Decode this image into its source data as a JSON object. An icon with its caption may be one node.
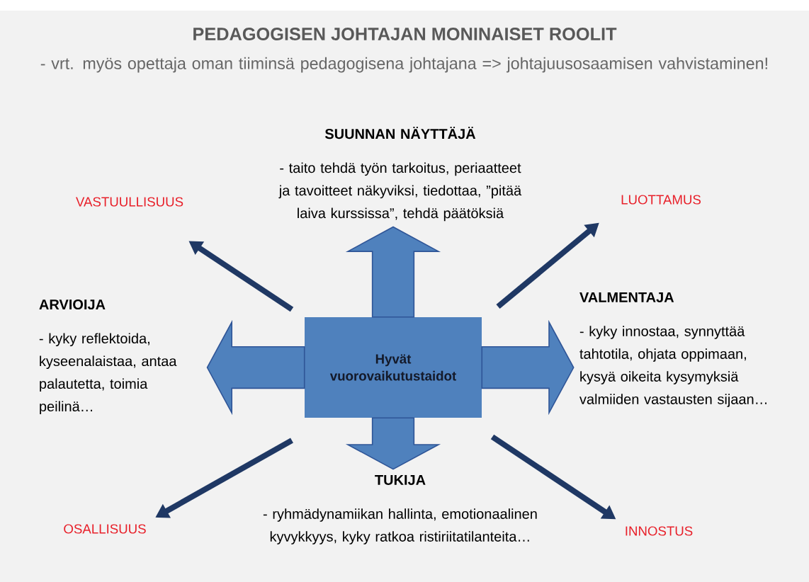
{
  "diagram": {
    "title": "PEDAGOGISEN JOHTAJAN MONINAISET ROOLIT",
    "nodes": [
      {
        "text": [
          "SUUNNAN NÄYTTÄJÄ",
          "- taito tehdä työn tarkoitus, periaatteet ja tavoitteet näkyviksi, tiedottaa, ”pitää laiva kurssissa”, tehdä päätöksiä"
        ]
      },
      {
        "text": [
          "VASTUULLISUUS"
        ]
      },
      {
        "text": [
          "LUOTTAMUS"
        ]
      },
      {
        "text": [
          "ARVIOIJA",
          "- kyky reflektoida, kyseenalaistaa, antaa palautetta, toimia peilinä…"
        ]
      },
      {
        "text": [
          "Hyvät vuorovaikutustaidot"
        ]
      },
      {
        "text": [
          "VALMENTAJA",
          "- kyky innostaa, synnyttää tahtotila, ohjata oppimaan, kysyä oikeita kysymyksiä valmiiden vastausten sijaan…"
        ]
      },
      {
        "text": [
          "TUKIJA",
          "- ryhmädynamiikan hallinta, emotionaalinen kyvykkyys, kyky ratkoa ristiriitatilanteita…"
        ]
      },
      {
        "text": [
          "OSALLISUUS"
        ]
      },
      {
        "text": [
          "INNOSTUS"
        ]
      }
    ],
    "edges": [
      {
        "from": 4,
        "to": 0,
        "arrow": "to",
        "style": "thick",
        "color": "#4f81bd"
      },
      {
        "from": 4,
        "to": 3,
        "arrow": "to",
        "style": "thick",
        "color": "#4f81bd"
      },
      {
        "from": 4,
        "to": 5,
        "arrow": "to",
        "style": "thick",
        "color": "#4f81bd"
      },
      {
        "from": 4,
        "to": 6,
        "arrow": "to",
        "style": "thick",
        "color": "#4f81bd"
      },
      {
        "from": null,
        "to": 1,
        "arrow": "to",
        "color": "#1f3864"
      },
      {
        "from": null,
        "to": 2,
        "arrow": "to",
        "color": "#1f3864"
      },
      {
        "from": null,
        "to": 7,
        "arrow": "to",
        "color": "#1f3864"
      },
      {
        "from": null,
        "to": 8,
        "arrow": "to",
        "color": "#1f3864"
      }
    ],
    "labels": [
      "- vrt. myös opettaja oman tiiminsä pedagogisena johtajana => johtajuusosaamisen vahvistaminen!"
    ]
  }
}
